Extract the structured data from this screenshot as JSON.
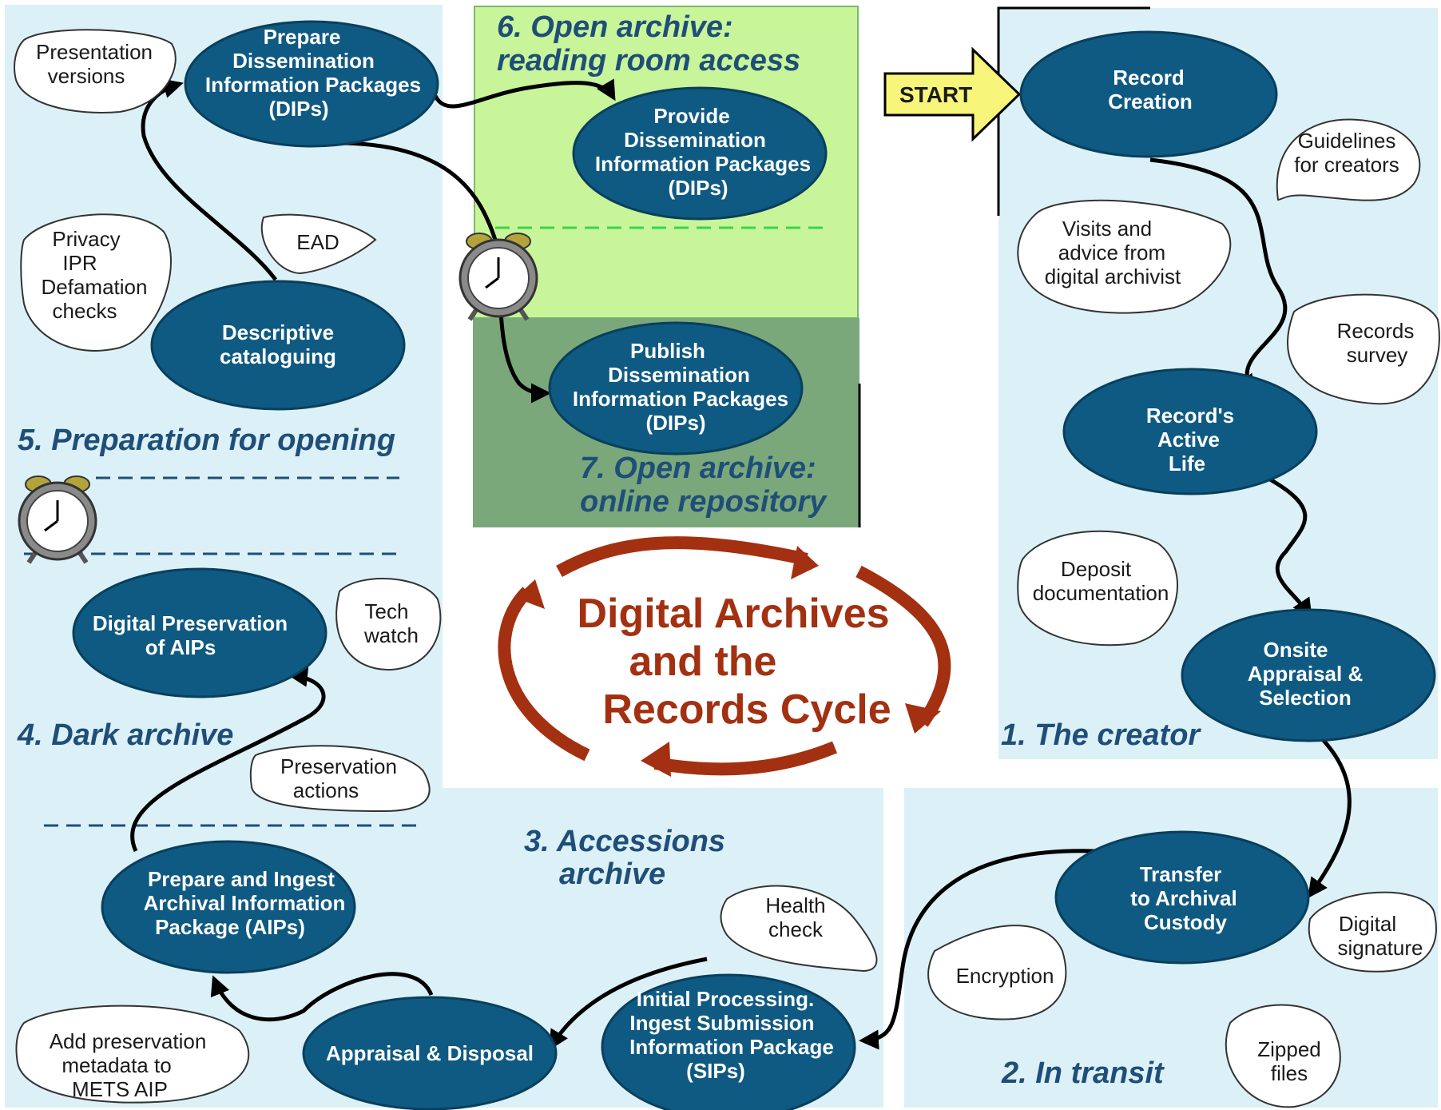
{
  "start_label": "START",
  "center_title": [
    "Digital Archives",
    "and the",
    "Records Cycle"
  ],
  "zones": {
    "creator": "1. The creator",
    "transit": "2. In transit",
    "accessions": [
      "3. Accessions",
      "archive"
    ],
    "dark": "4. Dark archive",
    "preparation": "5. Preparation for opening",
    "reading_room": [
      "6. Open archive:",
      "reading room access"
    ],
    "online": [
      "7. Open archive:",
      "online repository"
    ]
  },
  "processes": {
    "record_creation": [
      "Record",
      "Creation"
    ],
    "active_life": [
      "Record's",
      "Active",
      "Life"
    ],
    "onsite_appraisal": [
      "Onsite",
      "Appraisal &",
      "Selection"
    ],
    "transfer": [
      "Transfer",
      "to Archival",
      "Custody"
    ],
    "initial_processing": [
      "Initial Processing.",
      "Ingest Submission",
      "Information Package",
      "(SIPs)"
    ],
    "appraisal_disposal": [
      "Appraisal & Disposal"
    ],
    "prepare_ingest": [
      "Prepare and Ingest",
      "Archival Information",
      "Package (AIPs)"
    ],
    "digital_preservation": [
      "Digital Preservation",
      "of AIPs"
    ],
    "descriptive_cataloguing": [
      "Descriptive",
      "cataloguing"
    ],
    "prepare_dips": [
      "Prepare",
      "Dissemination",
      "Information Packages",
      "(DIPs)"
    ],
    "provide_dips": [
      "Provide",
      "Dissemination",
      "Information Packages",
      "(DIPs)"
    ],
    "publish_dips": [
      "Publish",
      "Dissemination",
      "Information Packages",
      "(DIPs)"
    ]
  },
  "notes": {
    "guidelines": [
      "Guidelines",
      "for creators"
    ],
    "visits": [
      "Visits and",
      "advice from",
      "digital archivist"
    ],
    "records_survey": [
      "Records",
      "survey"
    ],
    "deposit": [
      "Deposit",
      "documentation"
    ],
    "digital_signature": [
      "Digital",
      "signature"
    ],
    "encryption": [
      "Encryption"
    ],
    "zipped": [
      "Zipped",
      "files"
    ],
    "health_check": [
      "Health",
      "check"
    ],
    "add_preservation": [
      "Add preservation",
      "metadata to",
      "METS AIP"
    ],
    "preservation_actions": [
      "Preservation",
      "actions"
    ],
    "tech_watch": [
      "Tech",
      "watch"
    ],
    "privacy": [
      "Privacy",
      "IPR",
      "Defamation",
      "checks"
    ],
    "ead": [
      "EAD"
    ],
    "presentation": [
      "Presentation",
      "versions"
    ]
  },
  "colors": {
    "zone_bg": "#dbf1f7",
    "reading_room_bg": "#c9f59a",
    "online_bg": "#7aa87a",
    "oval_fill": "#0f5a82",
    "title_red": "#a33010",
    "zone_title": "#1f4e79",
    "start_arrow": "#f7f57a"
  }
}
